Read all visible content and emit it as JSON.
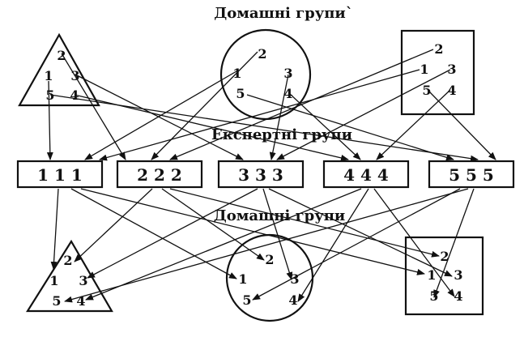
{
  "titles": {
    "top": "Домашні групи`",
    "middle": "Експертні групи",
    "bottom": "Домашні групи"
  },
  "top_groups": {
    "triangle": [
      "2",
      "1",
      "3",
      "5",
      "4"
    ],
    "circle": [
      "2",
      "1",
      "3",
      "5",
      "4"
    ],
    "square": [
      "2",
      "1",
      "3",
      "5",
      "4"
    ]
  },
  "expert_groups": [
    "1 1 1",
    "2 2 2",
    "3 3 3",
    "4 4 4",
    "5 5 5"
  ],
  "bottom_groups": {
    "triangle": [
      "2",
      "1",
      "3",
      "5",
      "4"
    ],
    "circle": [
      "2",
      "1",
      "3",
      "5",
      "4"
    ],
    "square": [
      "2",
      "1",
      "3",
      "5",
      "4"
    ]
  }
}
